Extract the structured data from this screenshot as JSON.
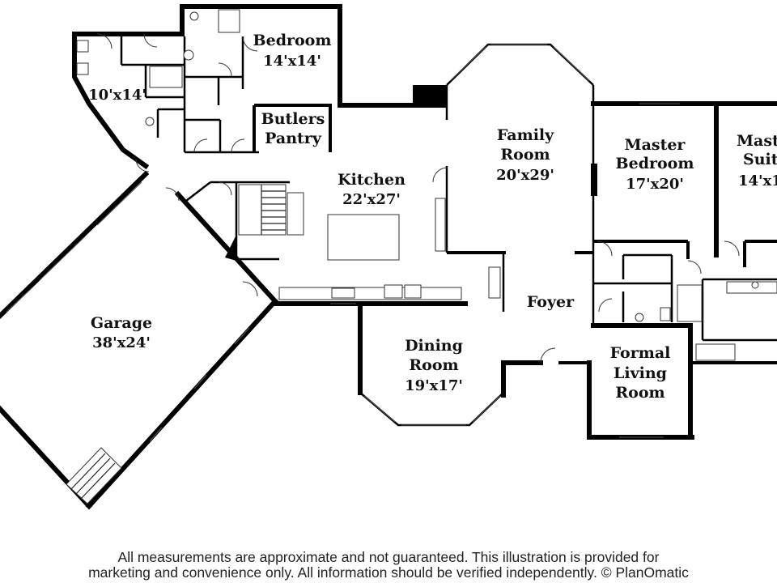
{
  "rooms": {
    "bedroom": {
      "name": "Bedroom",
      "dims": "14'x14'"
    },
    "room_nw": {
      "dims": "10'x14'"
    },
    "butlers_pantry": {
      "line1": "Butlers",
      "line2": "Pantry"
    },
    "kitchen": {
      "name": "Kitchen",
      "dims": "22'x27'"
    },
    "family_room": {
      "line1": "Family",
      "line2": "Room",
      "dims": "20'x29'"
    },
    "master_bedroom": {
      "line1": "Master",
      "line2": "Bedroom",
      "dims": "17'x20'"
    },
    "master_suite": {
      "line1": "Maste",
      "line2": "Suit",
      "dims": "14'x1"
    },
    "garage": {
      "name": "Garage",
      "dims": "38'x24'"
    },
    "foyer": {
      "name": "Foyer"
    },
    "dining_room": {
      "line1": "Dining",
      "line2": "Room",
      "dims": "19'x17'"
    },
    "formal_living_room": {
      "line1": "Formal",
      "line2": "Living",
      "line3": "Room"
    }
  },
  "footer": {
    "line1": "All measurements are approximate and not guaranteed. This illustration is provided for",
    "line2": "marketing and convenience only. All information should be verified independently. © PlanOmatic"
  }
}
